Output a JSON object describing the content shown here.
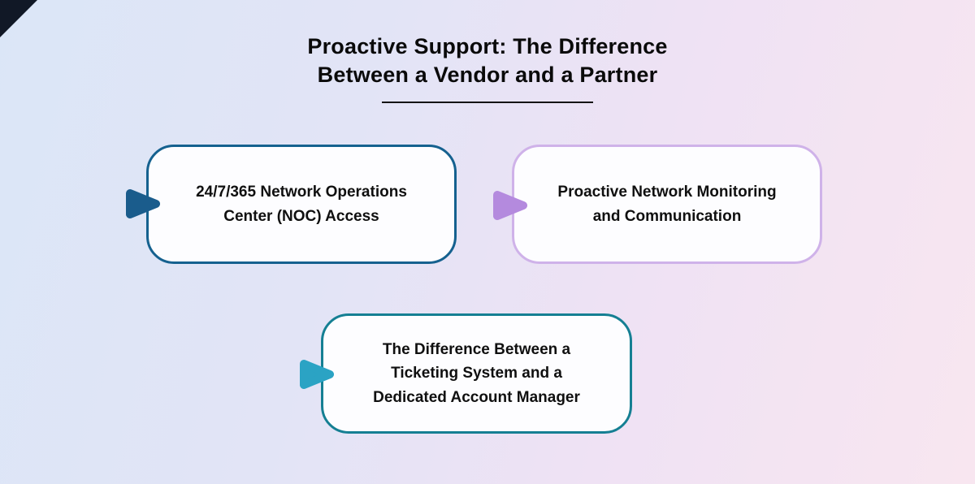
{
  "title": {
    "line1": "Proactive Support: The Difference",
    "line2": "Between a Vendor and a Partner"
  },
  "cards": [
    {
      "label": "24/7/365 Network Operations Center (NOC) Access",
      "border_color": "#15618f",
      "arrow_color": "#1a5c8c"
    },
    {
      "label": "Proactive Network Monitoring and Communication",
      "border_color": "#cfb2e9",
      "arrow_color": "#b48ade"
    },
    {
      "label": "The Difference Between a Ticketing System and a Dedicated Account Manager",
      "border_color": "#157f93",
      "arrow_color": "#2ba3c4"
    }
  ],
  "colors": {
    "background_left": "#dbe6f7",
    "background_right": "#f8e6f0",
    "card_background": "#fdfdff",
    "title_text": "#0a0a0a",
    "underline": "#141414",
    "corner_decoration": "#111826"
  }
}
